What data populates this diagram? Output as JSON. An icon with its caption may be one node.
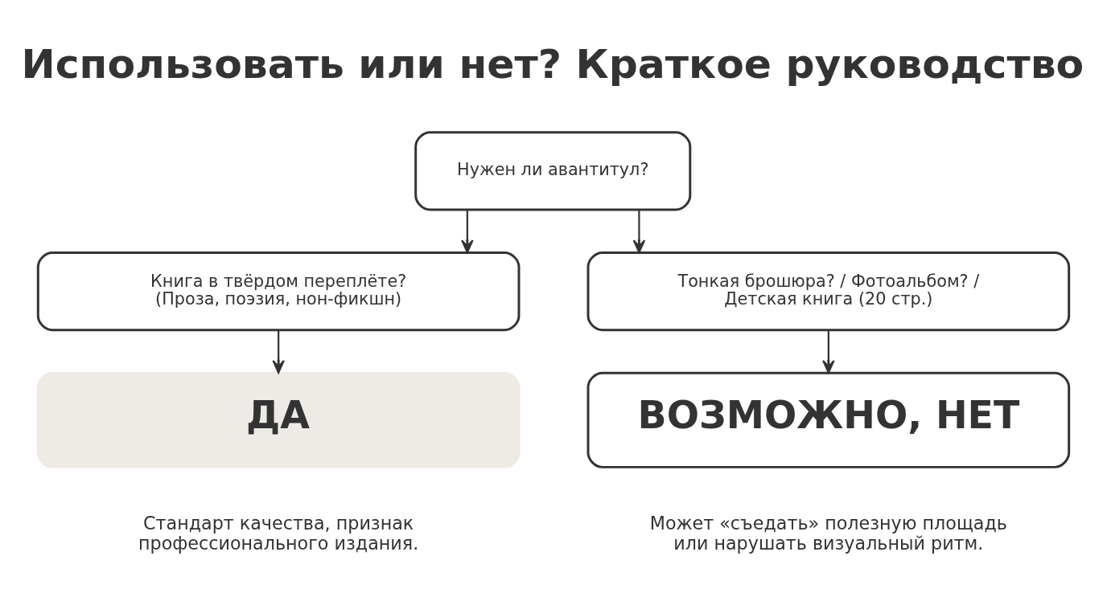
{
  "diagram": {
    "title": "Использовать или нет? Краткое руководство",
    "nodes": [
      {
        "text": [
          "Нужен ли авантитул?"
        ]
      },
      {
        "text": [
          "Книга в твёрдом переплёте? (Проза, поэзия, нон-фикшн)"
        ]
      },
      {
        "text": [
          "Тонкая брошюра? / Фотоальбом? / Детская книга (20 стр.)"
        ]
      },
      {
        "text": [
          "ДА"
        ],
        "beside": [
          "Стандарт качества, признак профессионального издания."
        ]
      },
      {
        "text": [
          "ВОЗМОЖНО, НЕТ"
        ],
        "beside": [
          "Может «съедать» полезную площадь или нарушать визуальный ритм."
        ]
      }
    ],
    "edges": [
      {
        "from": 0,
        "to": 1,
        "arrow": "to"
      },
      {
        "from": 0,
        "to": 2,
        "arrow": "to"
      },
      {
        "from": 1,
        "to": 3,
        "arrow": "to"
      },
      {
        "from": 2,
        "to": 4,
        "arrow": "to"
      }
    ]
  }
}
